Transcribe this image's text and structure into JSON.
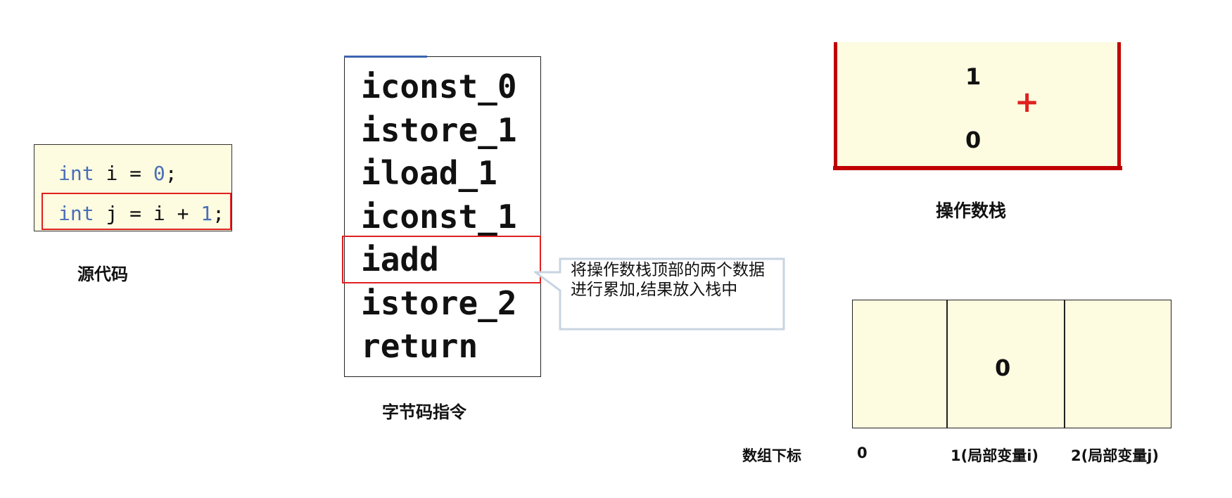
{
  "source_code": {
    "caption": "源代码",
    "lines": [
      {
        "keyword": "int",
        "var": "i",
        "op": "=",
        "value": "0",
        "end": ";"
      },
      {
        "keyword": "int",
        "var": "j",
        "op": "= i +",
        "value": "1",
        "end": ";"
      }
    ],
    "highlighted_line": 2
  },
  "bytecode": {
    "caption": "字节码指令",
    "instructions": [
      "iconst_0",
      "istore_1",
      "iload_1",
      "iconst_1",
      "iadd",
      "istore_2",
      "return"
    ],
    "highlighted_instruction": "iadd"
  },
  "callout": {
    "text": "将操作数栈顶部的两个数据进行累加,结果放入栈中"
  },
  "operand_stack": {
    "caption": "操作数栈",
    "top_value": "1",
    "bottom_value": "0",
    "operator": "+"
  },
  "local_variables": {
    "row_label": "数组下标",
    "indices": [
      "0",
      "1(局部变量i)",
      "2(局部变量j)"
    ],
    "values": [
      "",
      "0",
      ""
    ]
  },
  "colors": {
    "highlight": "#e02020",
    "stack_wall": "#c00000",
    "cell_fill": "#fdfbe0",
    "keyword": "#4a6fb8"
  }
}
